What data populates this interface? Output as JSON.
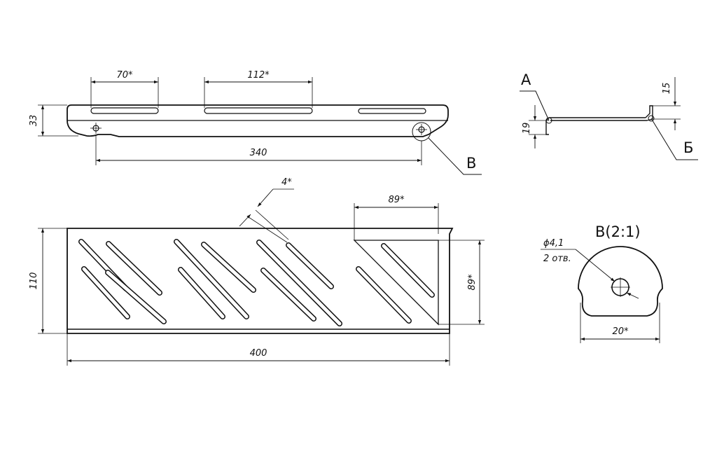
{
  "side_view": {
    "dim_slot1": "70*",
    "dim_slot2": "112*",
    "dim_height": "33",
    "dim_holes": "340",
    "detail_callout": "В"
  },
  "end_view": {
    "label_a": "А",
    "label_b": "Б",
    "dim_top": "15",
    "dim_left": "19"
  },
  "plan_view": {
    "dim_slot_width": "4*",
    "dim_triangle_width": "89*",
    "dim_triangle_height": "89*",
    "dim_depth": "110",
    "dim_length": "400"
  },
  "detail_view": {
    "title": "В(2:1)",
    "hole_diameter": "ϕ4,1",
    "hole_count": "2 отв.",
    "dim_width": "20*"
  }
}
